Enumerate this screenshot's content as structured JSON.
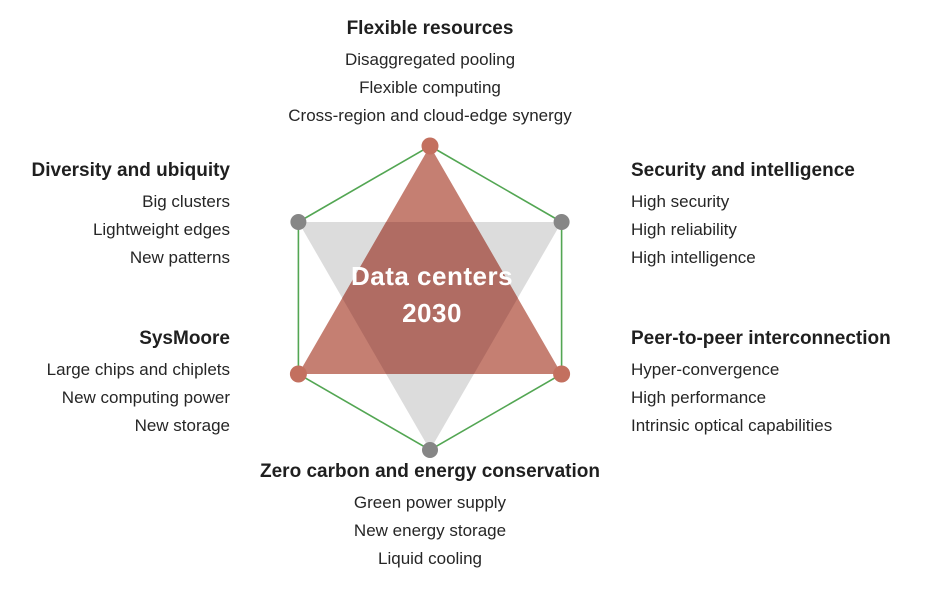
{
  "diagram": {
    "center_label": {
      "line1": "Data centers",
      "line2": "2030"
    },
    "colors": {
      "red_triangle": "#c57f72",
      "gray_triangle": "#dcdcdc",
      "overlap": "#b06c63",
      "hexagon_outline": "#53a653",
      "red_dot": "#c3705f",
      "gray_dot": "#868686",
      "center_text": "#ffffff",
      "label_text": "#262626"
    }
  },
  "sections": {
    "top": {
      "title": "Flexible resources",
      "items": [
        "Disaggregated pooling",
        "Flexible computing",
        "Cross-region and cloud-edge synergy"
      ]
    },
    "upper_left": {
      "title": "Diversity and ubiquity",
      "items": [
        "Big clusters",
        "Lightweight edges",
        "New patterns"
      ]
    },
    "upper_right": {
      "title": "Security and intelligence",
      "items": [
        "High security",
        "High reliability",
        "High intelligence"
      ]
    },
    "lower_left": {
      "title": "SysMoore",
      "items": [
        "Large chips and chiplets",
        "New computing power",
        "New storage"
      ]
    },
    "lower_right": {
      "title": "Peer-to-peer interconnection",
      "items": [
        "Hyper-convergence",
        "High performance",
        "Intrinsic optical capabilities"
      ]
    },
    "bottom": {
      "title": "Zero carbon and energy conservation",
      "items": [
        "Green power supply",
        "New energy storage",
        "Liquid cooling"
      ]
    }
  }
}
